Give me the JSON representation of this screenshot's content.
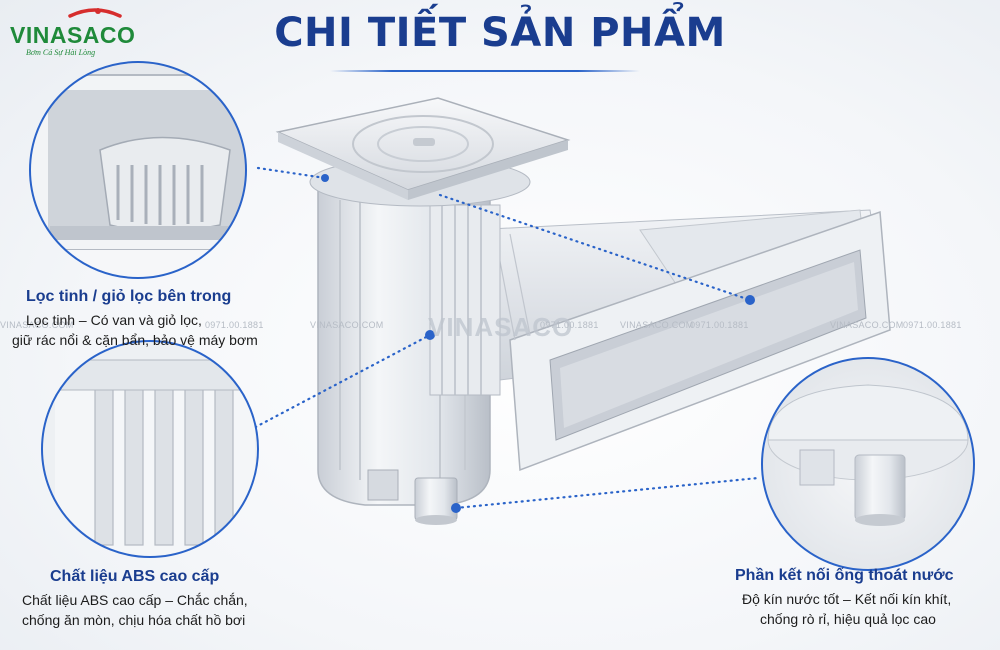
{
  "brand": {
    "name": "VINASACO",
    "slogan": "Bơm Cá Sự Hài Lòng",
    "primary_color": "#1a3d8f",
    "accent_color": "#1f8a3a",
    "logo_swoosh_color": "#d62d2d"
  },
  "title": "CHI TIẾT SẢN PHẨM",
  "callouts": [
    {
      "heading": "Lọc tinh / giỏ lọc bên trong",
      "lines": [
        "Lọc tinh – Có van và giỏ lọc,",
        "giữ rác nổi & cặn bẩn, bảo vệ máy bơm"
      ]
    },
    {
      "heading": "Chất liệu ABS cao cấp",
      "lines": [
        "Chất liệu ABS cao cấp – Chắc chắn,",
        "chống ăn mòn, chịu hóa chất hồ bơi"
      ]
    },
    {
      "heading": "Phần kết nối ống thoát nước",
      "lines": [
        "Độ kín nước tốt – Kết nối kín khít,",
        "chống rò rỉ, hiệu quả lọc cao"
      ]
    }
  ],
  "watermark": {
    "repeat": [
      "VINASACO.COM",
      "0971.00.1881",
      "VINASACO.COM",
      "0971.00.1881",
      "VINASACO.COM",
      "0971.00.1881",
      "VINASACO.COM",
      "0971.00.1881"
    ],
    "center_logo": "VINASACO"
  }
}
